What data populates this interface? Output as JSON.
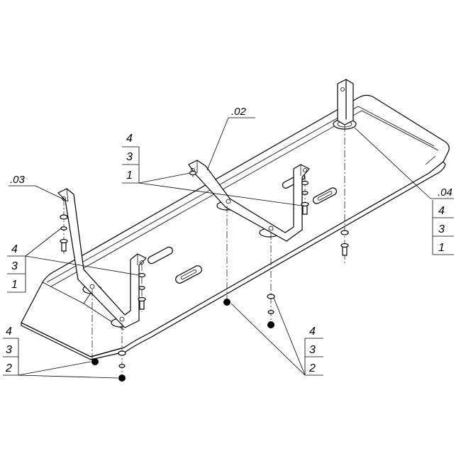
{
  "callouts": {
    "part_02": ".02",
    "part_03": ".03",
    "part_04": ".04",
    "label_1": "1",
    "label_2": "2",
    "label_3": "3",
    "label_4": "4"
  },
  "colors": {
    "line": "#000000",
    "background": "#ffffff"
  }
}
